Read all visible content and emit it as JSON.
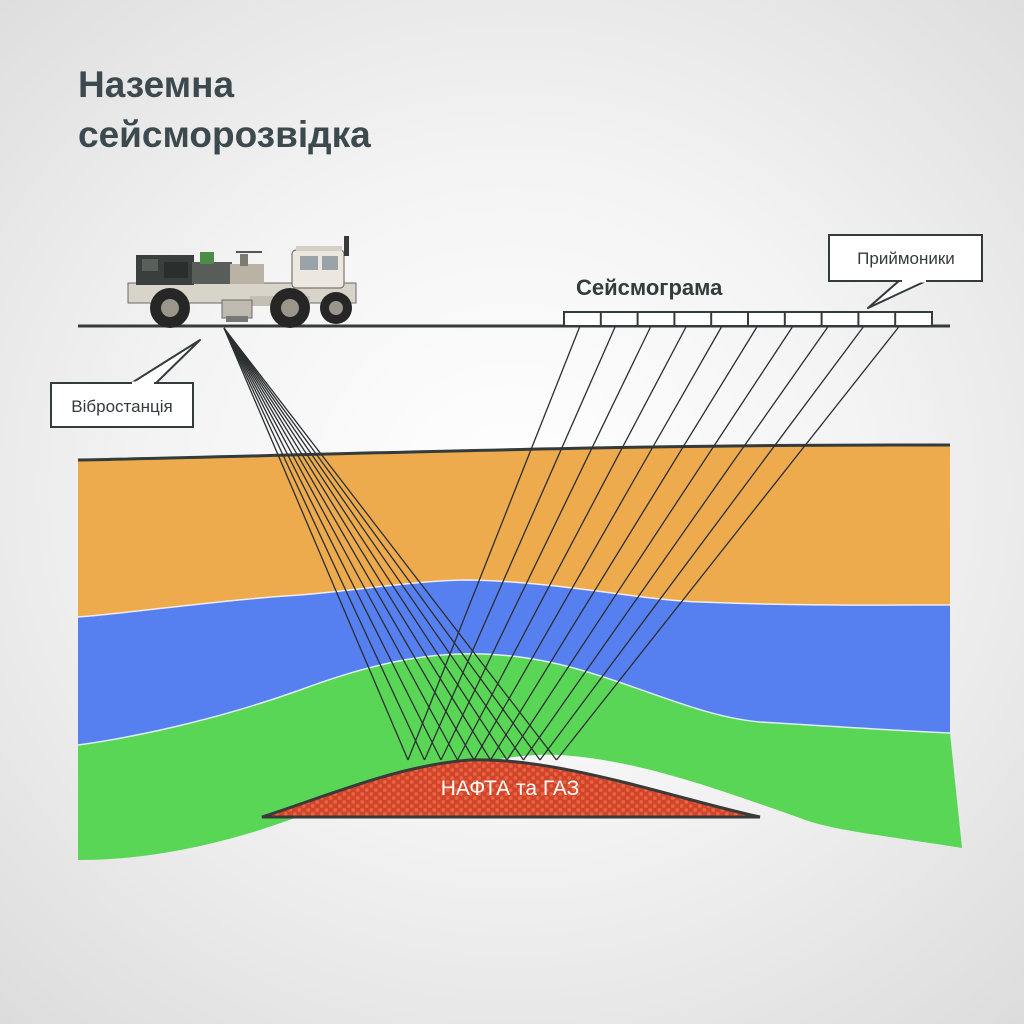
{
  "title": {
    "line1": "Наземна",
    "line2": "сейсморозвідка"
  },
  "labels": {
    "vibrator": "Вібростанція",
    "seismogram": "Сейсмограма",
    "receivers": "Приймоники",
    "reservoir": "НАФТА та ГАЗ"
  },
  "layers": [
    {
      "name": "orange-layer",
      "color": "#eeab4e"
    },
    {
      "name": "blue-layer",
      "color": "#567ff0"
    },
    {
      "name": "green-layer",
      "color": "#5ad656"
    },
    {
      "name": "reservoir",
      "color": "#d8492e"
    }
  ],
  "ray_count": 10
}
